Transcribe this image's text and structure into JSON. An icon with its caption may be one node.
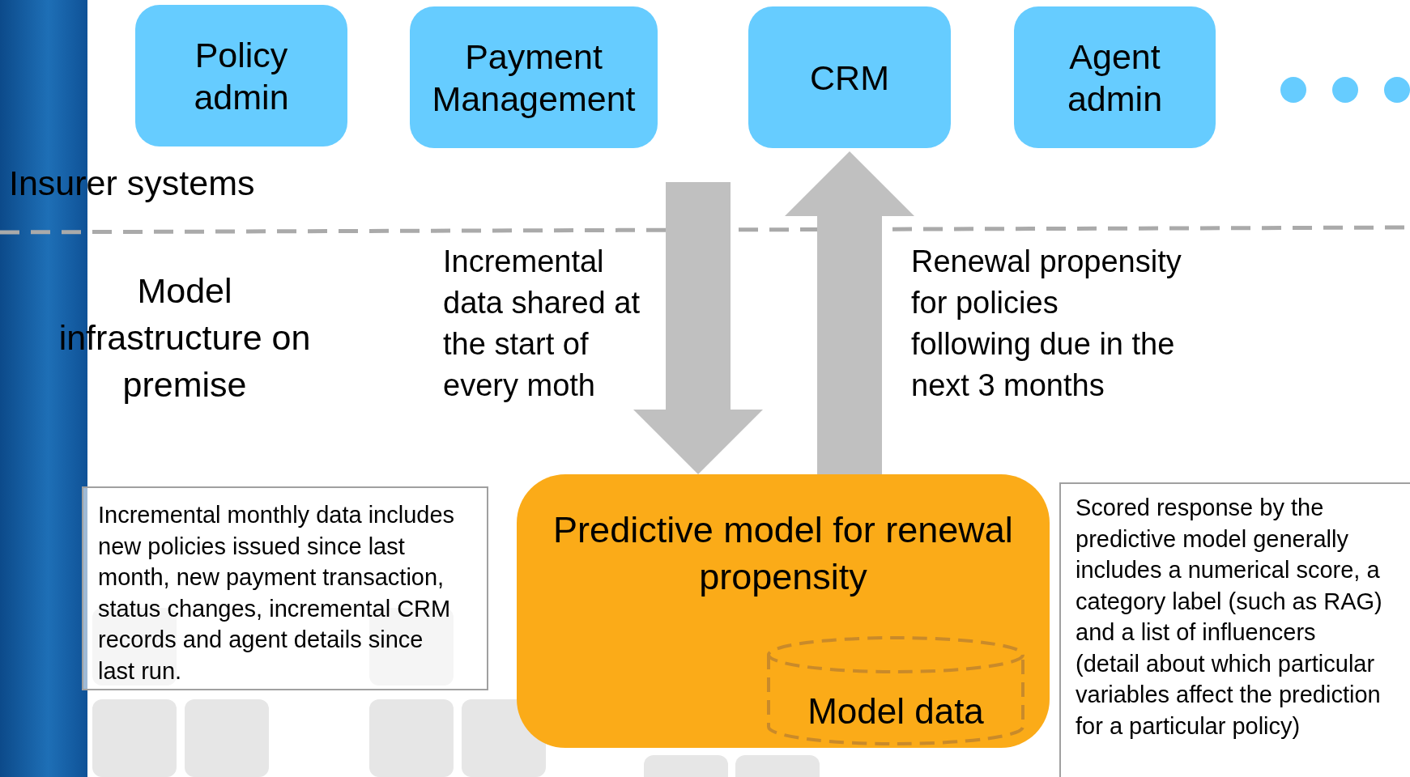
{
  "diagram": {
    "nodes": [
      {
        "text": [
          "Policy admin"
        ]
      },
      {
        "text": [
          "Payment Management"
        ]
      },
      {
        "text": [
          "CRM"
        ]
      },
      {
        "text": [
          "Agent admin"
        ]
      },
      {
        "text": [
          "Incremental monthly data includes new policies issued since last month, new payment transaction, status changes, incremental CRM records and agent details since last run."
        ]
      },
      {
        "text": [
          "Predictive model for renewal propensity"
        ]
      },
      {
        "text": [
          "Model data"
        ],
        "in": 5
      },
      {
        "text": [
          "Scored response by the predictive model generally includes a numerical score, a category label (such as RAG) and a list of influencers (detail about which particular variables affect the prediction for a particular policy)"
        ]
      }
    ],
    "edges": [
      {
        "from": null,
        "to": 5,
        "arrow": "to",
        "label": "Incremental data shared at the start of every moth"
      },
      {
        "from": 5,
        "to": 2,
        "arrow": "to",
        "label": "Renewal propensity for policies following due in the next 3 months"
      }
    ],
    "labels": [
      "Insurer systems",
      "Model infrastructure on premise"
    ]
  }
}
